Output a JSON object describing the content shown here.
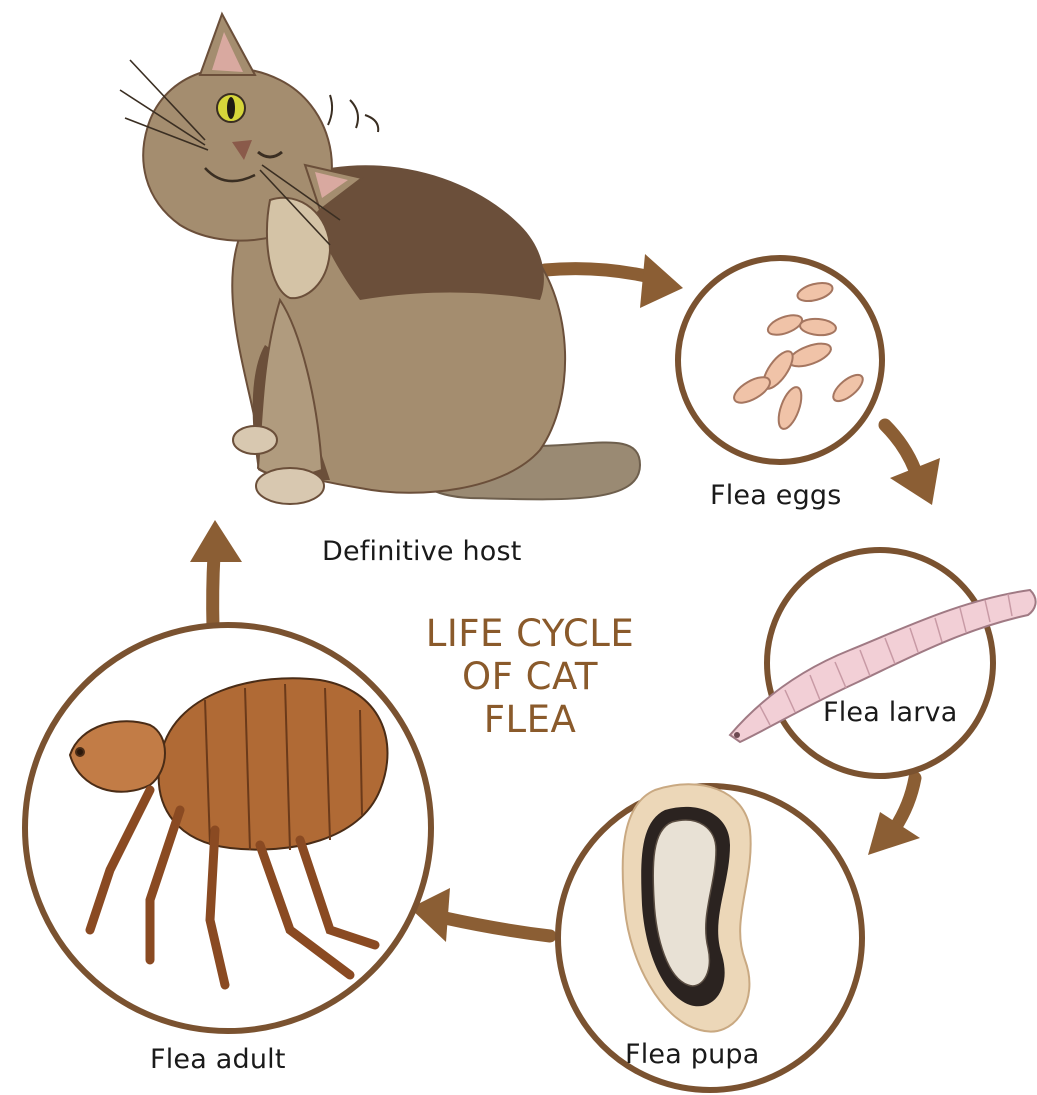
{
  "title": {
    "lines": [
      "LIFE CYCLE",
      "OF CAT",
      "FLEA"
    ]
  },
  "stages": {
    "host": "Definitive host",
    "eggs": "Flea eggs",
    "larva": "Flea larva",
    "pupa": "Flea pupa",
    "adult": "Flea adult"
  },
  "colors": {
    "arrow": "#8b5e34",
    "circle_border": "#7a5230",
    "title": "#8a5a2b",
    "cat_body": "#a48d6f",
    "cat_dark": "#6b4f3a",
    "egg": "#f0c3a8",
    "larva": "#f2cfd6",
    "pupa_case": "#ecd7b8",
    "flea_body": "#b06a35"
  }
}
